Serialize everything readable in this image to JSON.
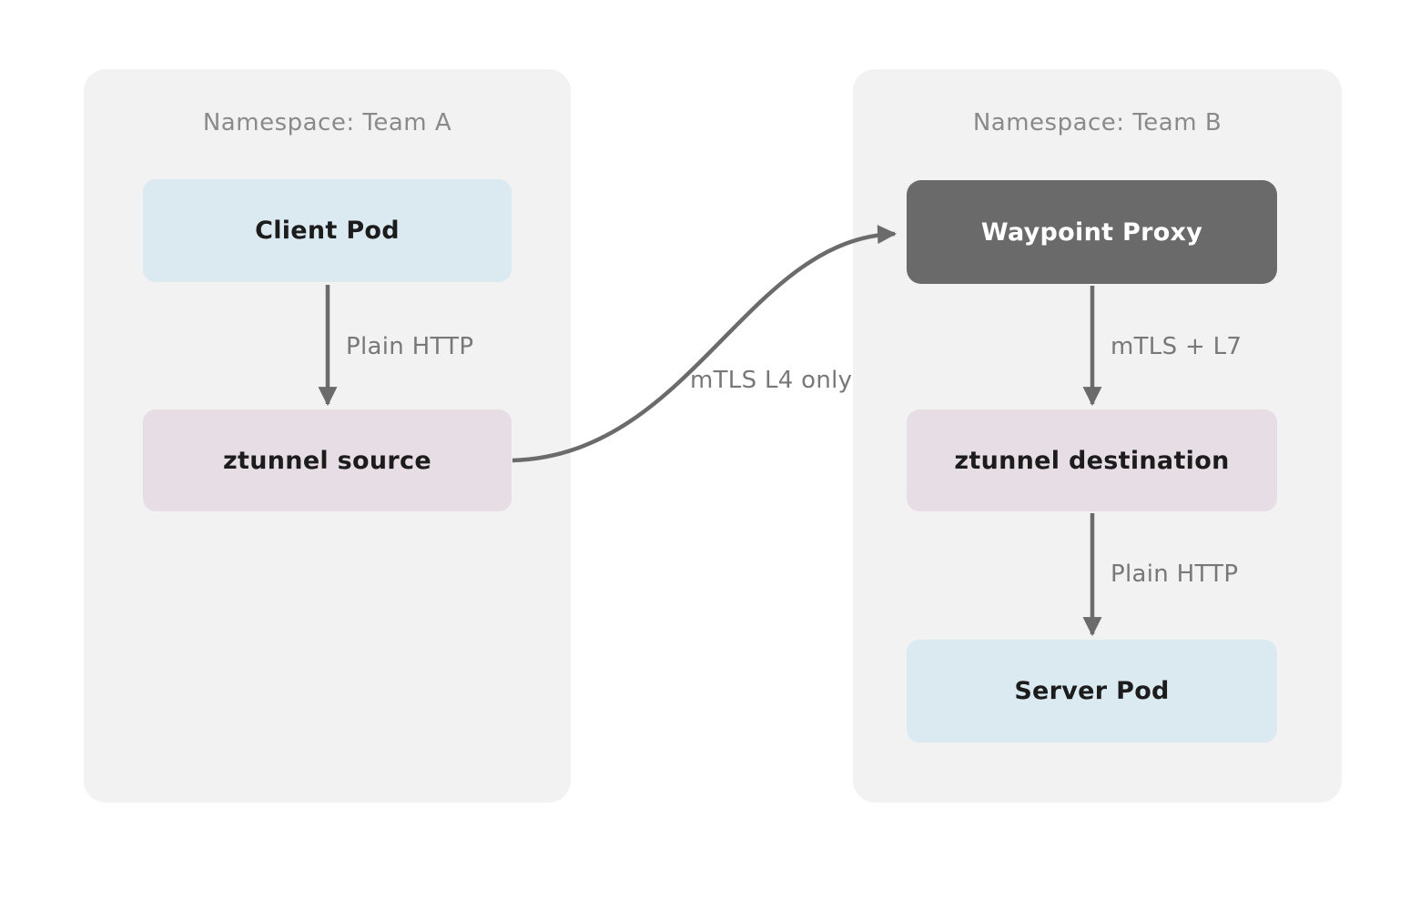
{
  "colors": {
    "page-bg": "#ffffff",
    "panel-bg": "#f2f2f2",
    "pod-bg": "#dbe9f1",
    "ztunnel-bg": "#e7dee5",
    "waypoint-bg": "#6a6a6a",
    "waypoint-text": "#ffffff",
    "node-text": "#1c1c1c",
    "arrow": "#6b6b6b",
    "ns-label": "#8a8a8a",
    "edge-label": "#787878"
  },
  "namespaces": [
    {
      "id": "team-a",
      "label": "Namespace: Team A"
    },
    {
      "id": "team-b",
      "label": "Namespace: Team B"
    }
  ],
  "nodes": [
    {
      "id": "client-pod",
      "label": "Client Pod",
      "variant": "pod",
      "namespace": "team-a"
    },
    {
      "id": "ztunnel-source",
      "label": "ztunnel source",
      "variant": "ztunnel",
      "namespace": "team-a"
    },
    {
      "id": "waypoint-proxy",
      "label": "Waypoint Proxy",
      "variant": "waypoint",
      "namespace": "team-b"
    },
    {
      "id": "ztunnel-destination",
      "label": "ztunnel destination",
      "variant": "ztunnel",
      "namespace": "team-b"
    },
    {
      "id": "server-pod",
      "label": "Server Pod",
      "variant": "pod",
      "namespace": "team-b"
    }
  ],
  "edges": [
    {
      "from": "client-pod",
      "to": "ztunnel-source",
      "label": "Plain HTTP"
    },
    {
      "from": "ztunnel-source",
      "to": "waypoint-proxy",
      "label": "mTLS L4 only"
    },
    {
      "from": "waypoint-proxy",
      "to": "ztunnel-destination",
      "label": "mTLS + L7"
    },
    {
      "from": "ztunnel-destination",
      "to": "server-pod",
      "label": "Plain HTTP"
    }
  ]
}
